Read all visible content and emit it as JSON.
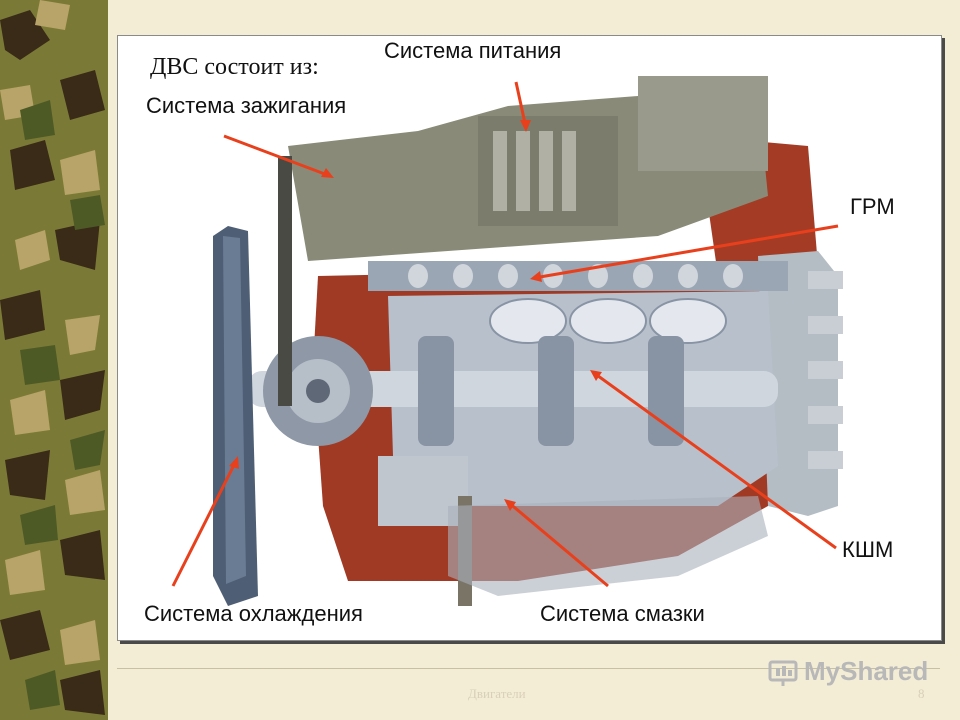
{
  "slide": {
    "title": "ДВС состоит из:",
    "labels": {
      "power_system": "Система питания",
      "ignition_system": "Система зажигания",
      "timing": "ГРМ",
      "crank": "КШМ",
      "cooling_system": "Система охлаждения",
      "lubrication_system": "Система смазки"
    },
    "arrow_color": "#e8401c"
  },
  "footer": {
    "text": "Двигатели",
    "page": "8"
  },
  "watermark": {
    "text": "MyShared",
    "icon": "presentation-icon"
  }
}
